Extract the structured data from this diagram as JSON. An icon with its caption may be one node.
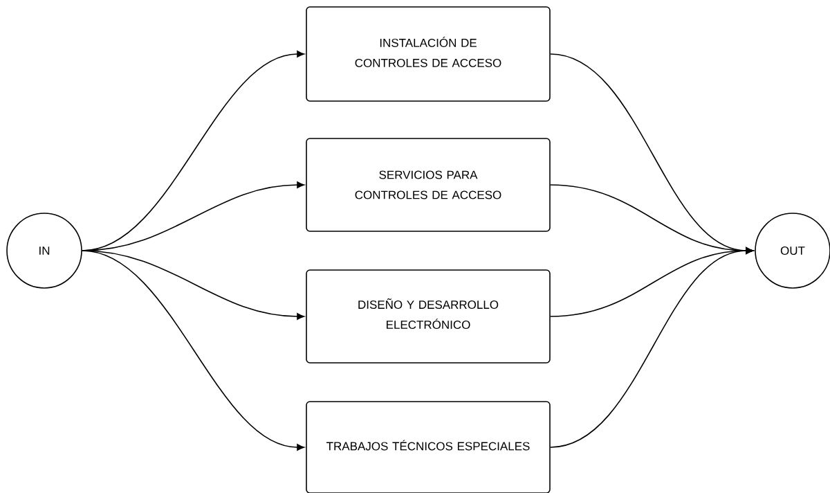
{
  "diagram": {
    "nodes": [
      {
        "text": [
          "IN"
        ]
      },
      {
        "text": [
          "INSTALACIÓN DE CONTROLES DE ACCESO"
        ]
      },
      {
        "text": [
          "SERVICIOS PARA CONTROLES DE ACCESO"
        ]
      },
      {
        "text": [
          "DISEÑO Y DESARROLLO ELECTRÓNICO"
        ]
      },
      {
        "text": [
          "TRABAJOS TÉCNICOS ESPECIALES"
        ]
      },
      {
        "text": [
          "OUT"
        ]
      }
    ],
    "edges": [
      {
        "from": 0,
        "to": 1,
        "arrow": "to"
      },
      {
        "from": 0,
        "to": 2,
        "arrow": "to"
      },
      {
        "from": 0,
        "to": 3,
        "arrow": "to"
      },
      {
        "from": 0,
        "to": 4,
        "arrow": "to"
      },
      {
        "from": 1,
        "to": 5,
        "arrow": "to"
      },
      {
        "from": 2,
        "to": 5,
        "arrow": "to"
      },
      {
        "from": 3,
        "to": 5,
        "arrow": "to"
      },
      {
        "from": 4,
        "to": 5,
        "arrow": "to"
      }
    ]
  }
}
